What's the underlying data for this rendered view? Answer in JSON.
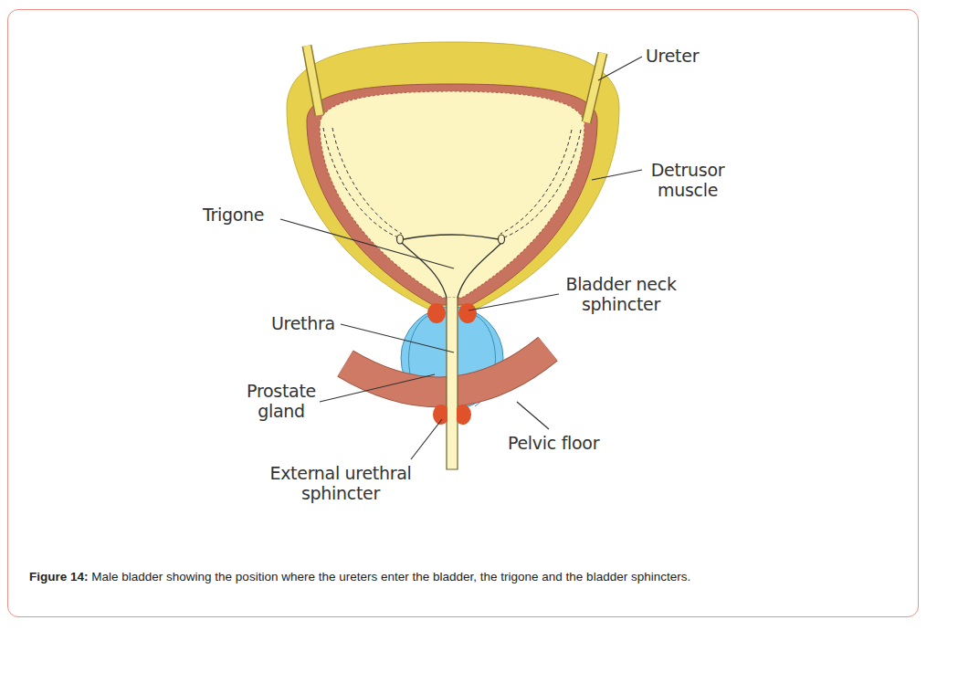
{
  "diagram": {
    "caption": "Figure 14: Male bladder showing the position where the ureters enter the bladder, the trigone and the bladder sphincters.",
    "labels": [
      "Ureter",
      "Detrusor muscle",
      "Trigone",
      "Bladder neck sphincter",
      "Urethra",
      "Prostate gland",
      "Pelvic floor",
      "External urethral sphincter"
    ]
  }
}
